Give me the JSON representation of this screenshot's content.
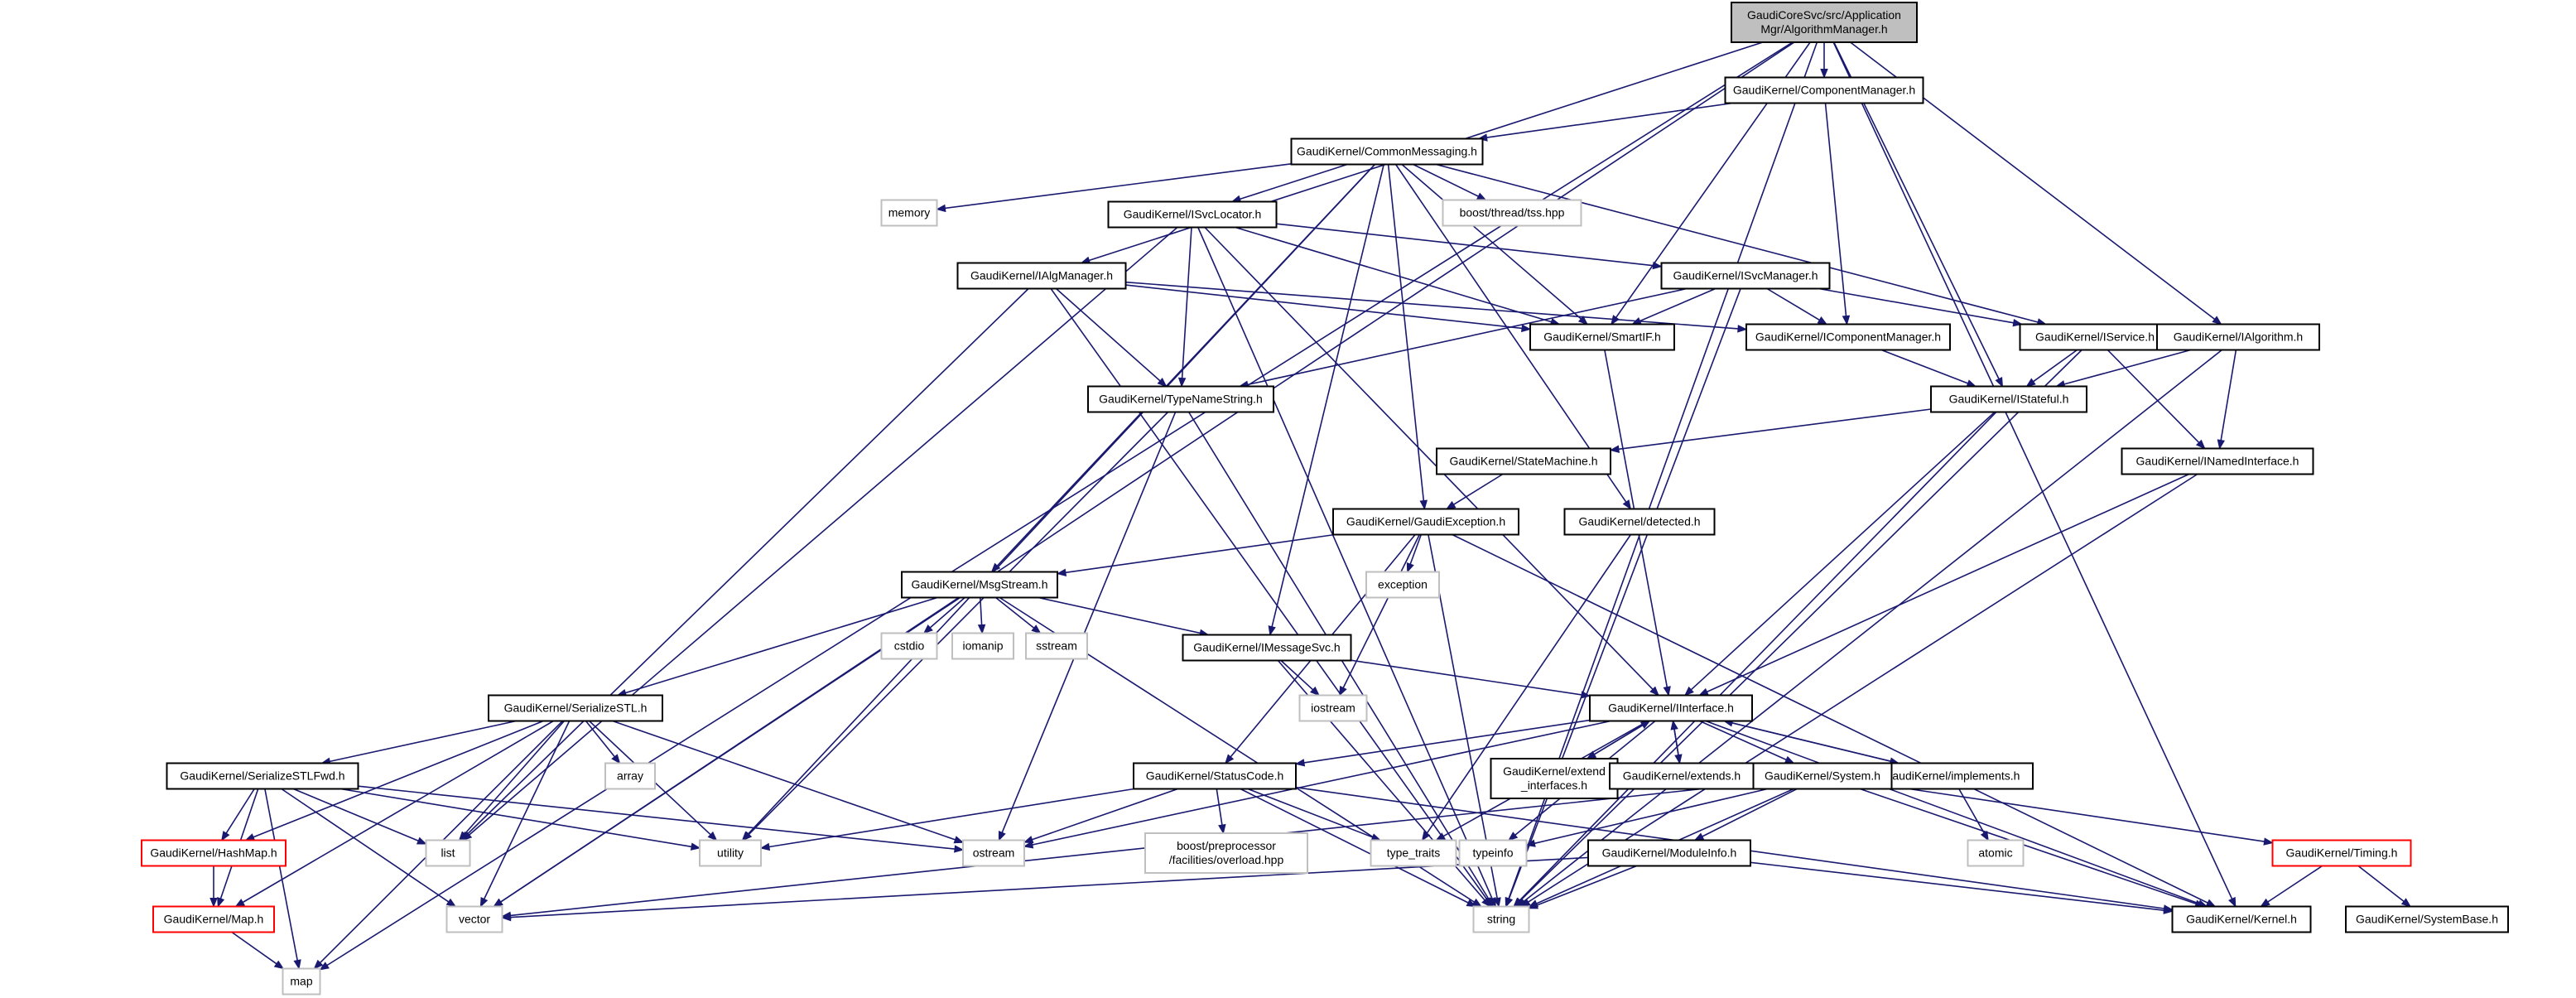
{
  "diagram": {
    "title": "",
    "colors": {
      "edge": "#191970",
      "root_fill": "#bfbfbf",
      "system_border": "#bfbfbf",
      "truncated_border": "#ff0000",
      "normal_border": "#000000"
    },
    "nodes": [
      {
        "id": "root",
        "lines": [
          "GaudiCoreSvc/src/Application",
          "Mgr/AlgorithmManager.h"
        ],
        "kind": "root"
      },
      {
        "id": "compmgr",
        "lines": [
          "GaudiKernel/ComponentManager.h"
        ],
        "kind": "normal"
      },
      {
        "id": "commonmsg",
        "lines": [
          "GaudiKernel/CommonMessaging.h"
        ],
        "kind": "normal"
      },
      {
        "id": "memory",
        "lines": [
          "memory"
        ],
        "kind": "system"
      },
      {
        "id": "threadtss",
        "lines": [
          "boost/thread/tss.hpp"
        ],
        "kind": "system"
      },
      {
        "id": "isvclocator",
        "lines": [
          "GaudiKernel/ISvcLocator.h"
        ],
        "kind": "normal"
      },
      {
        "id": "ialgmanager",
        "lines": [
          "GaudiKernel/IAlgManager.h"
        ],
        "kind": "normal"
      },
      {
        "id": "isvcmanager",
        "lines": [
          "GaudiKernel/ISvcManager.h"
        ],
        "kind": "normal"
      },
      {
        "id": "smartif",
        "lines": [
          "GaudiKernel/SmartIF.h"
        ],
        "kind": "normal"
      },
      {
        "id": "icompmgr",
        "lines": [
          "GaudiKernel/IComponentManager.h"
        ],
        "kind": "normal"
      },
      {
        "id": "iservice",
        "lines": [
          "GaudiKernel/IService.h"
        ],
        "kind": "normal"
      },
      {
        "id": "ialgorithm",
        "lines": [
          "GaudiKernel/IAlgorithm.h"
        ],
        "kind": "normal"
      },
      {
        "id": "typenamestring",
        "lines": [
          "GaudiKernel/TypeNameString.h"
        ],
        "kind": "normal"
      },
      {
        "id": "istateful",
        "lines": [
          "GaudiKernel/IStateful.h"
        ],
        "kind": "normal"
      },
      {
        "id": "statemachine",
        "lines": [
          "GaudiKernel/StateMachine.h"
        ],
        "kind": "normal"
      },
      {
        "id": "inamedinterface",
        "lines": [
          "GaudiKernel/INamedInterface.h"
        ],
        "kind": "normal"
      },
      {
        "id": "gaudiexception",
        "lines": [
          "GaudiKernel/GaudiException.h"
        ],
        "kind": "normal"
      },
      {
        "id": "detected",
        "lines": [
          "GaudiKernel/detected.h"
        ],
        "kind": "normal"
      },
      {
        "id": "exception",
        "lines": [
          "exception"
        ],
        "kind": "system"
      },
      {
        "id": "msgstream",
        "lines": [
          "GaudiKernel/MsgStream.h"
        ],
        "kind": "normal"
      },
      {
        "id": "cstdio",
        "lines": [
          "cstdio"
        ],
        "kind": "system"
      },
      {
        "id": "iomanip",
        "lines": [
          "iomanip"
        ],
        "kind": "system"
      },
      {
        "id": "sstream",
        "lines": [
          "sstream"
        ],
        "kind": "system"
      },
      {
        "id": "imessagesvc",
        "lines": [
          "GaudiKernel/IMessageSvc.h"
        ],
        "kind": "normal"
      },
      {
        "id": "iostream",
        "lines": [
          "iostream"
        ],
        "kind": "system"
      },
      {
        "id": "iinterface",
        "lines": [
          "GaudiKernel/IInterface.h"
        ],
        "kind": "normal"
      },
      {
        "id": "serializestl",
        "lines": [
          "GaudiKernel/SerializeSTL.h"
        ],
        "kind": "normal"
      },
      {
        "id": "array",
        "lines": [
          "array"
        ],
        "kind": "system"
      },
      {
        "id": "serializestlfwd",
        "lines": [
          "GaudiKernel/SerializeSTLFwd.h"
        ],
        "kind": "normal"
      },
      {
        "id": "hashmap",
        "lines": [
          "GaudiKernel/HashMap.h"
        ],
        "kind": "truncated"
      },
      {
        "id": "mapnode",
        "lines": [
          "GaudiKernel/Map.h"
        ],
        "kind": "truncated"
      },
      {
        "id": "list",
        "lines": [
          "list"
        ],
        "kind": "system"
      },
      {
        "id": "utility",
        "lines": [
          "utility"
        ],
        "kind": "system"
      },
      {
        "id": "ostream",
        "lines": [
          "ostream"
        ],
        "kind": "system"
      },
      {
        "id": "vector",
        "lines": [
          "vector"
        ],
        "kind": "system"
      },
      {
        "id": "map",
        "lines": [
          "map"
        ],
        "kind": "system"
      },
      {
        "id": "string",
        "lines": [
          "string"
        ],
        "kind": "system"
      },
      {
        "id": "statuscode",
        "lines": [
          "GaudiKernel/StatusCode.h"
        ],
        "kind": "normal"
      },
      {
        "id": "overload",
        "lines": [
          "boost/preprocessor",
          "/facilities/overload.hpp"
        ],
        "kind": "system"
      },
      {
        "id": "typetraits",
        "lines": [
          "type_traits"
        ],
        "kind": "system"
      },
      {
        "id": "extendinterfaces",
        "lines": [
          "GaudiKernel/extend",
          "_interfaces.h"
        ],
        "kind": "normal"
      },
      {
        "id": "extends",
        "lines": [
          "GaudiKernel/extends.h"
        ],
        "kind": "normal"
      },
      {
        "id": "implements",
        "lines": [
          "GaudiKernel/implements.h"
        ],
        "kind": "normal"
      },
      {
        "id": "system",
        "lines": [
          "GaudiKernel/System.h"
        ],
        "kind": "normal"
      },
      {
        "id": "typeinfo",
        "lines": [
          "typeinfo"
        ],
        "kind": "system"
      },
      {
        "id": "atomic",
        "lines": [
          "atomic"
        ],
        "kind": "system"
      },
      {
        "id": "moduleinfo",
        "lines": [
          "GaudiKernel/ModuleInfo.h"
        ],
        "kind": "normal"
      },
      {
        "id": "timing",
        "lines": [
          "GaudiKernel/Timing.h"
        ],
        "kind": "truncated"
      },
      {
        "id": "kernel",
        "lines": [
          "GaudiKernel/Kernel.h"
        ],
        "kind": "normal"
      },
      {
        "id": "systembase",
        "lines": [
          "GaudiKernel/SystemBase.h"
        ],
        "kind": "normal"
      }
    ],
    "edges": [
      [
        "root",
        "compmgr"
      ],
      [
        "root",
        "ialgmanager"
      ],
      [
        "root",
        "smartif"
      ],
      [
        "root",
        "istateful"
      ],
      [
        "root",
        "ialgorithm"
      ],
      [
        "root",
        "kernel"
      ],
      [
        "root",
        "vector"
      ],
      [
        "root",
        "string"
      ],
      [
        "root",
        "map"
      ],
      [
        "compmgr",
        "commonmsg"
      ],
      [
        "compmgr",
        "icompmgr"
      ],
      [
        "commonmsg",
        "memory"
      ],
      [
        "commonmsg",
        "threadtss"
      ],
      [
        "commonmsg",
        "isvclocator"
      ],
      [
        "commonmsg",
        "smartif"
      ],
      [
        "commonmsg",
        "iservice"
      ],
      [
        "commonmsg",
        "gaudiexception"
      ],
      [
        "commonmsg",
        "detected"
      ],
      [
        "commonmsg",
        "msgstream"
      ],
      [
        "commonmsg",
        "imessagesvc"
      ],
      [
        "commonmsg",
        "utility"
      ],
      [
        "isvclocator",
        "isvcmanager"
      ],
      [
        "isvclocator",
        "smartif"
      ],
      [
        "isvclocator",
        "typenamestring"
      ],
      [
        "isvclocator",
        "iinterface"
      ],
      [
        "isvclocator",
        "list"
      ],
      [
        "isvclocator",
        "string"
      ],
      [
        "ialgmanager",
        "smartif"
      ],
      [
        "ialgmanager",
        "icompmgr"
      ],
      [
        "ialgmanager",
        "typenamestring"
      ],
      [
        "ialgmanager",
        "list"
      ],
      [
        "ialgmanager",
        "string"
      ],
      [
        "isvcmanager",
        "smartif"
      ],
      [
        "isvcmanager",
        "icompmgr"
      ],
      [
        "isvcmanager",
        "iservice"
      ],
      [
        "isvcmanager",
        "typenamestring"
      ],
      [
        "isvcmanager",
        "string"
      ],
      [
        "smartif",
        "iinterface"
      ],
      [
        "icompmgr",
        "istateful"
      ],
      [
        "iservice",
        "istateful"
      ],
      [
        "iservice",
        "inamedinterface"
      ],
      [
        "iservice",
        "string"
      ],
      [
        "ialgorithm",
        "istateful"
      ],
      [
        "ialgorithm",
        "inamedinterface"
      ],
      [
        "ialgorithm",
        "string"
      ],
      [
        "istateful",
        "statemachine"
      ],
      [
        "istateful",
        "iinterface"
      ],
      [
        "istateful",
        "string"
      ],
      [
        "inamedinterface",
        "iinterface"
      ],
      [
        "inamedinterface",
        "string"
      ],
      [
        "statemachine",
        "gaudiexception"
      ],
      [
        "typenamestring",
        "utility"
      ],
      [
        "typenamestring",
        "ostream"
      ],
      [
        "typenamestring",
        "string"
      ],
      [
        "gaudiexception",
        "msgstream"
      ],
      [
        "gaudiexception",
        "exception"
      ],
      [
        "gaudiexception",
        "iostream"
      ],
      [
        "gaudiexception",
        "statuscode"
      ],
      [
        "gaudiexception",
        "kernel"
      ],
      [
        "gaudiexception",
        "string"
      ],
      [
        "detected",
        "typetraits"
      ],
      [
        "msgstream",
        "cstdio"
      ],
      [
        "msgstream",
        "iomanip"
      ],
      [
        "msgstream",
        "sstream"
      ],
      [
        "msgstream",
        "imessagesvc"
      ],
      [
        "msgstream",
        "serializestl"
      ],
      [
        "msgstream",
        "string"
      ],
      [
        "msgstream",
        "vector"
      ],
      [
        "imessagesvc",
        "iostream"
      ],
      [
        "imessagesvc",
        "iinterface"
      ],
      [
        "imessagesvc",
        "string"
      ],
      [
        "iinterface",
        "statuscode"
      ],
      [
        "iinterface",
        "extendinterfaces"
      ],
      [
        "iinterface",
        "extends"
      ],
      [
        "iinterface",
        "implements"
      ],
      [
        "iinterface",
        "system"
      ],
      [
        "iinterface",
        "typeinfo"
      ],
      [
        "iinterface",
        "typetraits"
      ],
      [
        "iinterface",
        "ostream"
      ],
      [
        "iinterface",
        "kernel"
      ],
      [
        "extendinterfaces",
        "iinterface"
      ],
      [
        "extends",
        "iinterface"
      ],
      [
        "implements",
        "iinterface"
      ],
      [
        "implements",
        "atomic"
      ],
      [
        "serializestl",
        "array"
      ],
      [
        "serializestl",
        "serializestlfwd"
      ],
      [
        "serializestl",
        "hashmap"
      ],
      [
        "serializestl",
        "mapnode"
      ],
      [
        "serializestl",
        "list"
      ],
      [
        "serializestl",
        "utility"
      ],
      [
        "serializestl",
        "ostream"
      ],
      [
        "serializestl",
        "vector"
      ],
      [
        "serializestl",
        "map"
      ],
      [
        "serializestlfwd",
        "hashmap"
      ],
      [
        "serializestlfwd",
        "mapnode"
      ],
      [
        "serializestlfwd",
        "list"
      ],
      [
        "serializestlfwd",
        "utility"
      ],
      [
        "serializestlfwd",
        "ostream"
      ],
      [
        "serializestlfwd",
        "vector"
      ],
      [
        "serializestlfwd",
        "map"
      ],
      [
        "hashmap",
        "mapnode"
      ],
      [
        "mapnode",
        "map"
      ],
      [
        "statuscode",
        "overload"
      ],
      [
        "statuscode",
        "typetraits"
      ],
      [
        "statuscode",
        "ostream"
      ],
      [
        "statuscode",
        "utility"
      ],
      [
        "statuscode",
        "kernel"
      ],
      [
        "statuscode",
        "string"
      ],
      [
        "system",
        "moduleinfo"
      ],
      [
        "system",
        "timing"
      ],
      [
        "system",
        "typeinfo"
      ],
      [
        "system",
        "kernel"
      ],
      [
        "system",
        "string"
      ],
      [
        "system",
        "vector"
      ],
      [
        "moduleinfo",
        "kernel"
      ],
      [
        "moduleinfo",
        "string"
      ],
      [
        "moduleinfo",
        "vector"
      ],
      [
        "timing",
        "kernel"
      ],
      [
        "timing",
        "systembase"
      ]
    ]
  }
}
